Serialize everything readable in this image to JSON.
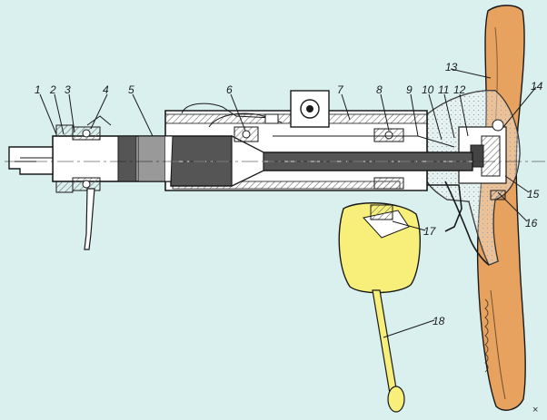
{
  "labels": [
    "1",
    "2",
    "3",
    "4",
    "5",
    "6",
    "7",
    "8",
    "9",
    "10",
    "11",
    "12",
    "13",
    "14",
    "15",
    "16",
    "17",
    "18"
  ],
  "watermark": "×",
  "colors": {
    "background": "#d9f0ee",
    "wheel": "#e6a25e",
    "lever": "#f7ef7a",
    "shaft": "#555555",
    "hatch": "#777777"
  }
}
